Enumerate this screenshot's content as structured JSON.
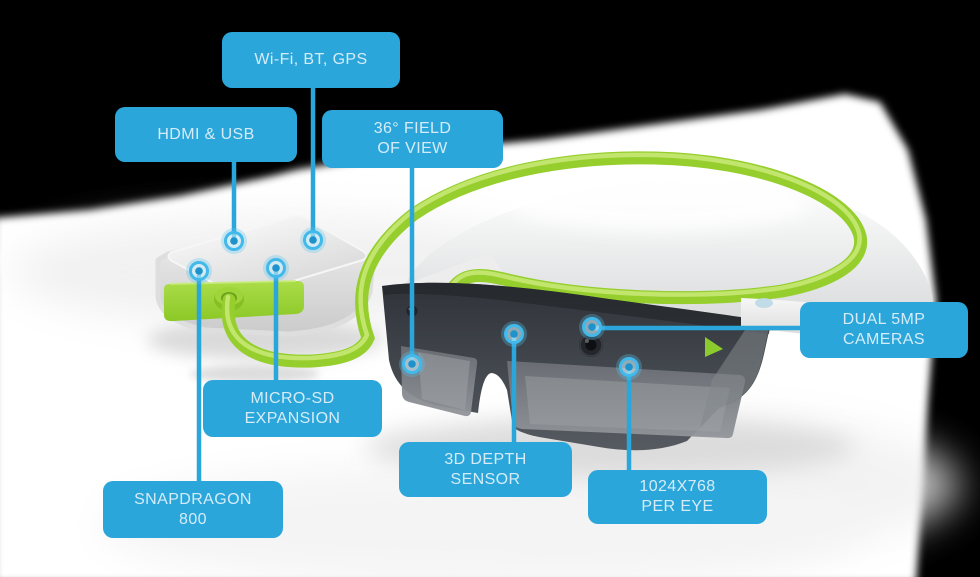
{
  "page": {
    "background": "#000000"
  },
  "diagram": {
    "subject": "smart-glasses-with-compute-unit",
    "accent_color": "#2BA6DA",
    "cable_color": "#95CE2D",
    "callouts": [
      {
        "id": "wifi-bt-gps",
        "line1": "Wi-Fi, BT, GPS",
        "line2": ""
      },
      {
        "id": "hdmi-usb",
        "line1": "HDMI & USB",
        "line2": ""
      },
      {
        "id": "field-of-view",
        "line1": "36° FIELD",
        "line2": "OF VIEW"
      },
      {
        "id": "dual-5mp-cameras",
        "line1": "DUAL 5MP",
        "line2": "CAMERAS"
      },
      {
        "id": "micro-sd-expansion",
        "line1": "MICRO-SD",
        "line2": "EXPANSION"
      },
      {
        "id": "3d-depth-sensor",
        "line1": "3D DEPTH",
        "line2": "SENSOR"
      },
      {
        "id": "resolution-per-eye",
        "line1": "1024X768",
        "line2": "PER EYE"
      },
      {
        "id": "snapdragon-800",
        "line1": "SNAPDRAGON",
        "line2": "800"
      }
    ]
  }
}
